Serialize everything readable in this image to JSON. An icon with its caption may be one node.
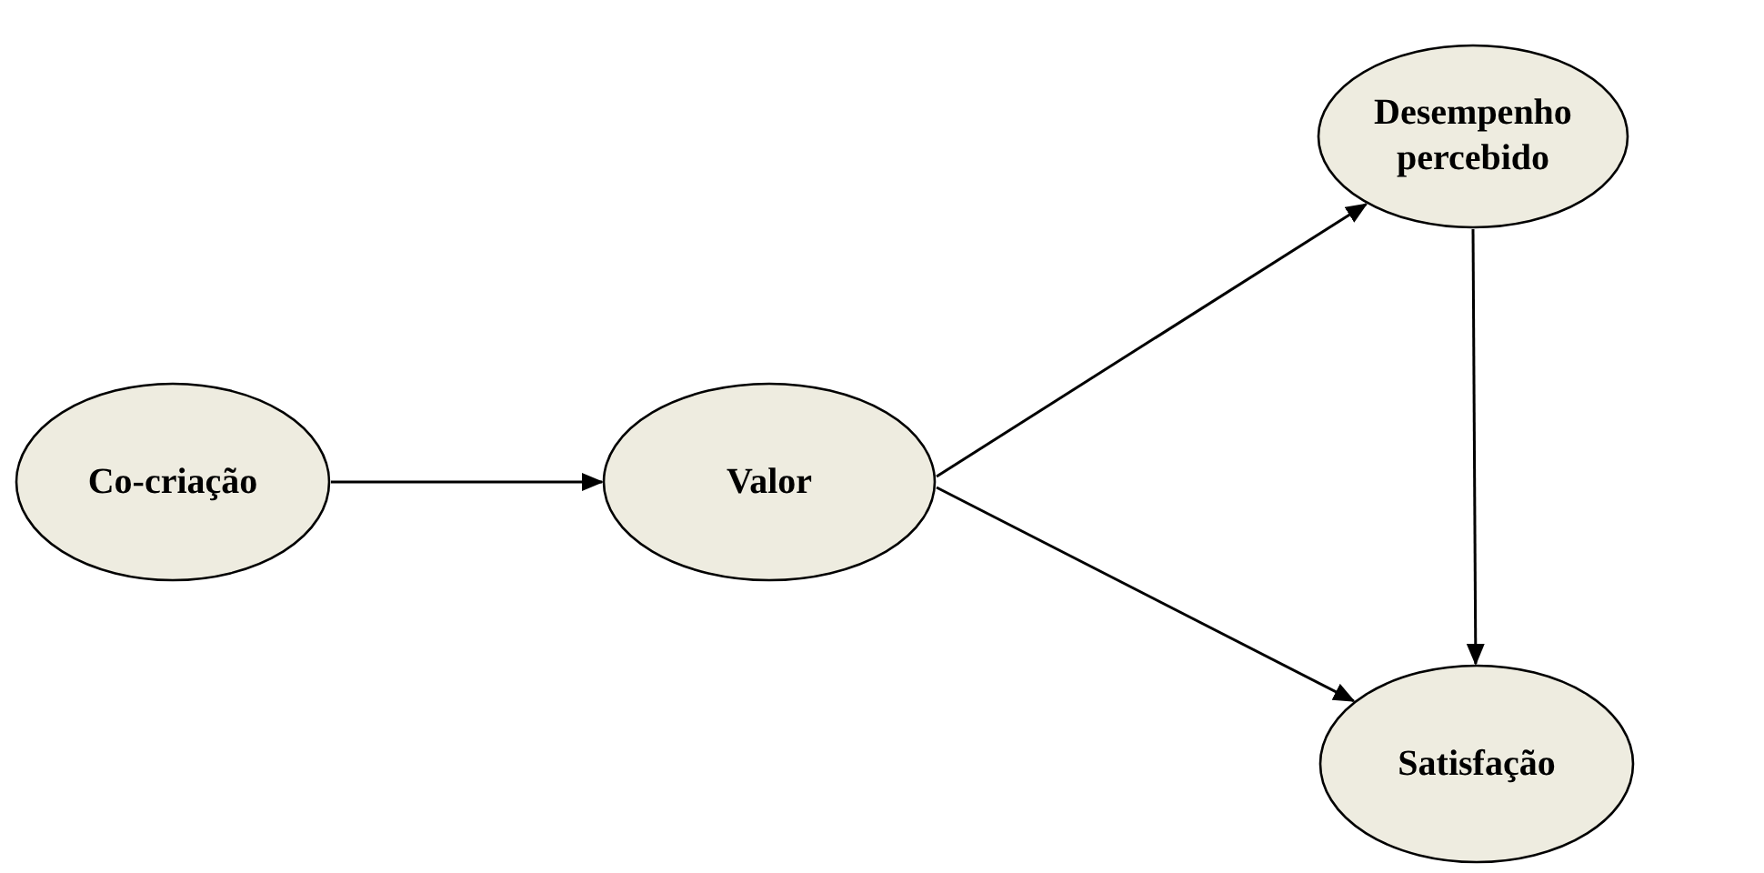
{
  "diagram": {
    "nodes": [
      {
        "text": [
          "Co-criação"
        ]
      },
      {
        "text": [
          "Valor"
        ]
      },
      {
        "text": [
          "Desempenho percebido"
        ]
      },
      {
        "text": [
          "Satisfação"
        ]
      }
    ],
    "edges": [
      {
        "from": 0,
        "to": 1,
        "arrow": "to"
      },
      {
        "from": 1,
        "to": 2,
        "arrow": "to"
      },
      {
        "from": 1,
        "to": 3,
        "arrow": "to"
      },
      {
        "from": 2,
        "to": 3,
        "arrow": "to"
      }
    ]
  }
}
